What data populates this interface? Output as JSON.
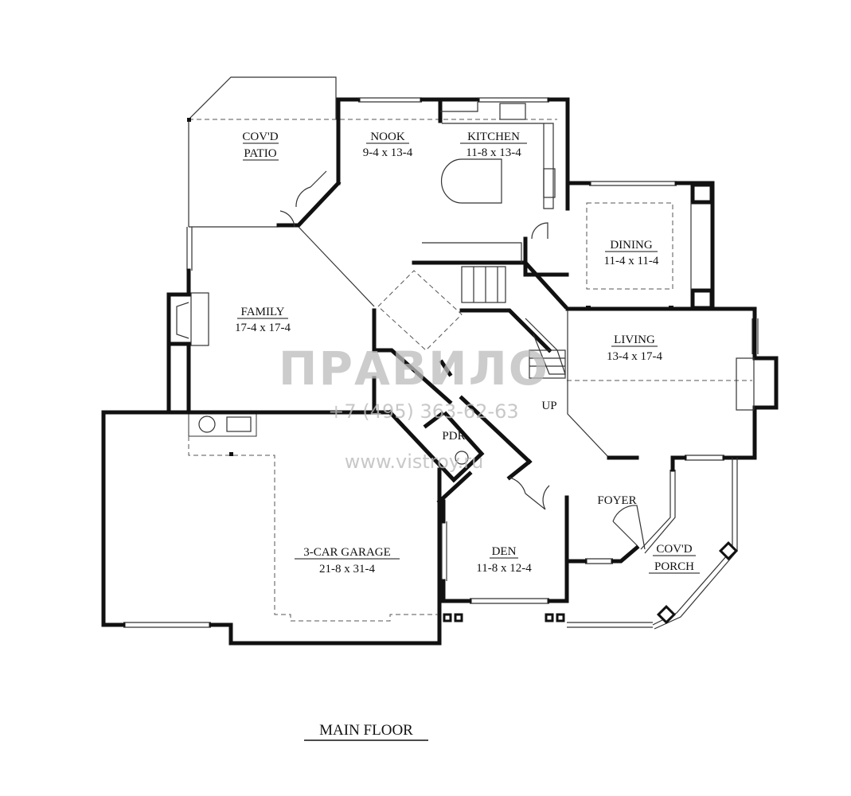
{
  "plan_title": "MAIN FLOOR",
  "rooms": [
    {
      "name": "COV'D",
      "name2": "PATIO",
      "size": ""
    },
    {
      "name": "NOOK",
      "size": "9-4 x 13-4"
    },
    {
      "name": "KITCHEN",
      "size": "11-8 x 13-4"
    },
    {
      "name": "DINING",
      "size": "11-4 x 11-4"
    },
    {
      "name": "FAMILY",
      "size": "17-4 x 17-4"
    },
    {
      "name": "LIVING",
      "size": "13-4 x 17-4"
    },
    {
      "name": "PDR",
      "size": ""
    },
    {
      "name": "3-CAR GARAGE",
      "size": "21-8 x 31-4"
    },
    {
      "name": "DEN",
      "size": "11-8 x 12-4"
    },
    {
      "name": "FOYER",
      "size": ""
    },
    {
      "name": "COV'D",
      "name2": "PORCH",
      "size": ""
    }
  ],
  "stair_label": "UP",
  "watermark": {
    "brand": "ПРАВИЛО",
    "phone": "+7 (495) 363-62-63",
    "site": "www.vistroy.ru"
  }
}
